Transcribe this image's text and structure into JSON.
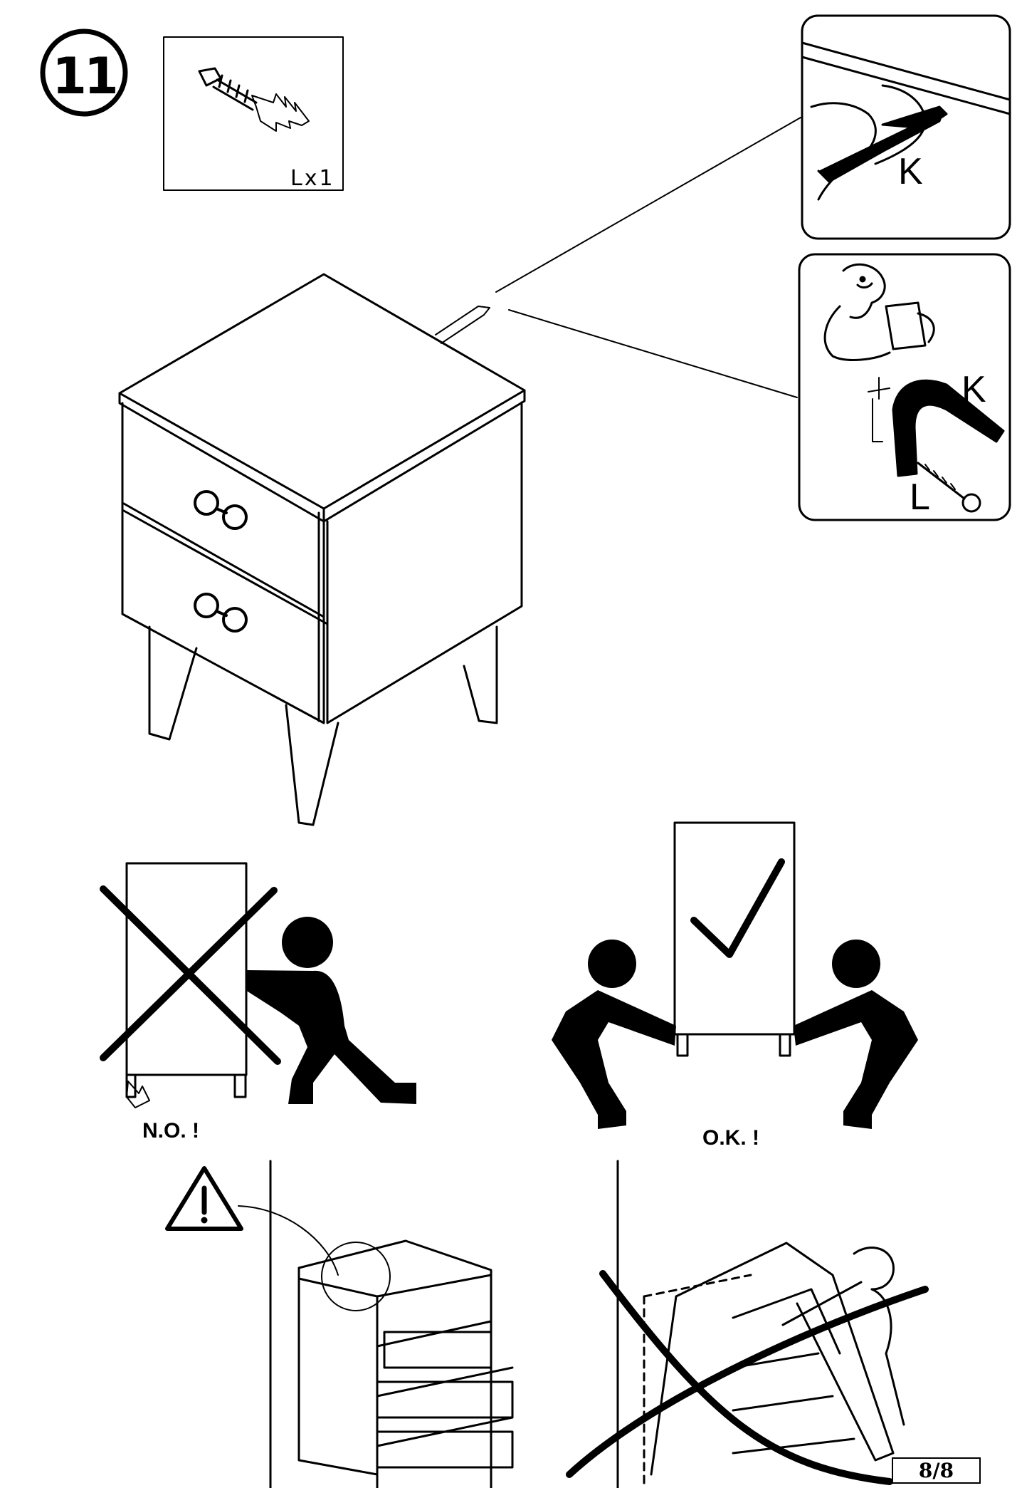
{
  "step": {
    "number": "11"
  },
  "parts": {
    "quantity": "Lx1"
  },
  "callouts": {
    "k_top": "K",
    "k_bottom": "K",
    "l_bottom": "L"
  },
  "safety": {
    "wrong_label": "N.O. !",
    "right_label": "O.K. !"
  },
  "footer": {
    "page": "8/8"
  }
}
